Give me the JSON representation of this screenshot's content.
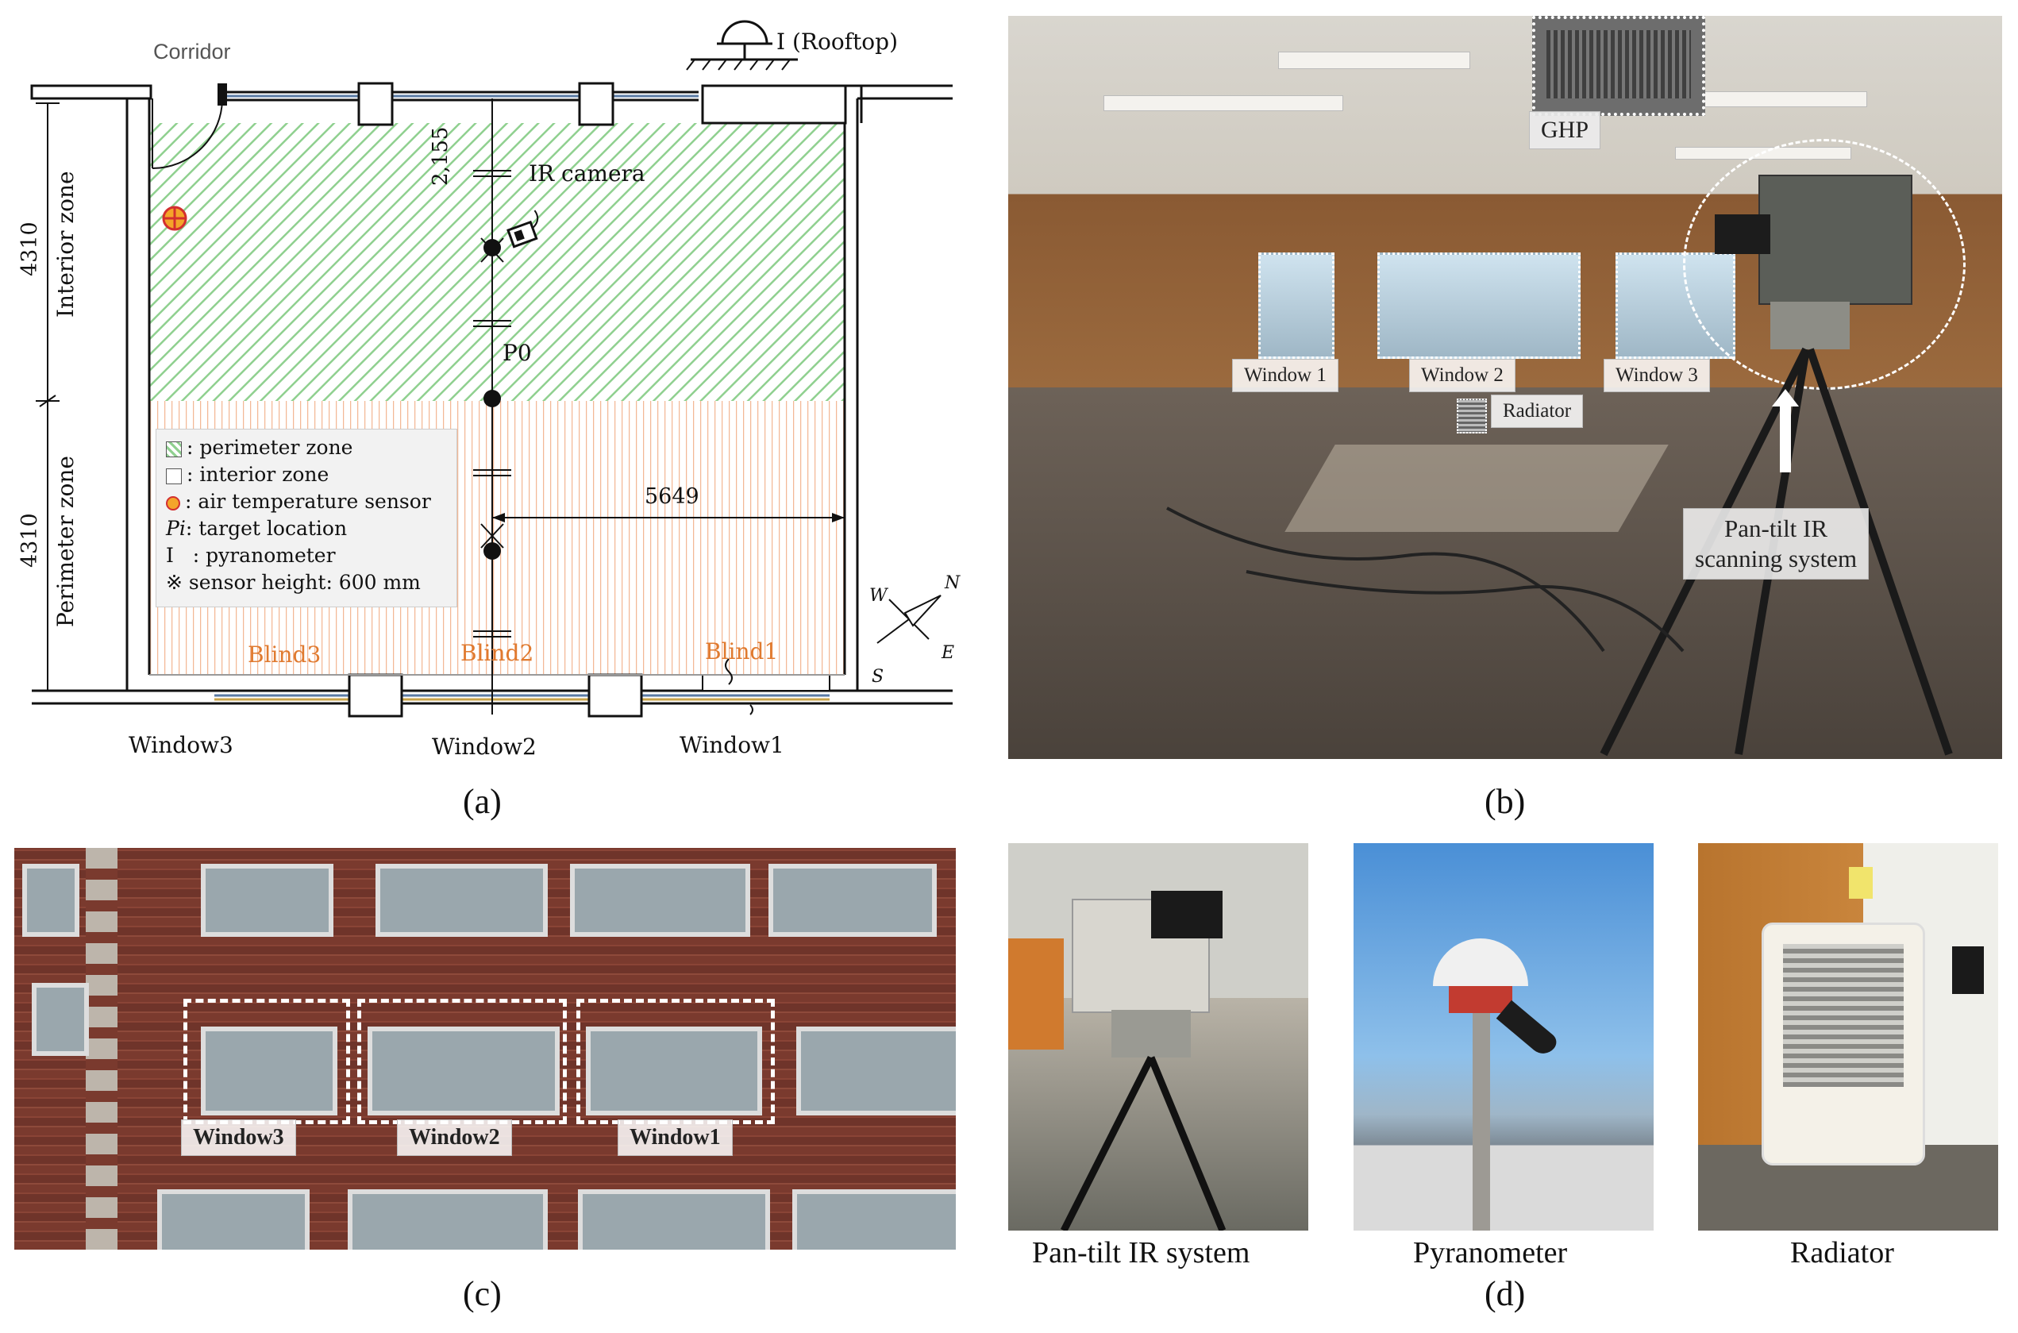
{
  "panel_a": {
    "label": "(a)",
    "corridor": "Corridor",
    "pyranometer_label": "I (Rooftop)",
    "ir_camera": "IR camera",
    "p0": "P0",
    "dim_2155": "2,155",
    "dim_5649": "5649",
    "dim_4310_top": "4310",
    "dim_4310_bottom": "4310",
    "interior_zone": "Interior zone",
    "perimeter_zone": "Perimeter zone",
    "blind1": "Blind1",
    "blind2": "Blind2",
    "blind3": "Blind3",
    "window1": "Window1",
    "window2": "Window2",
    "window3": "Window3",
    "compass": {
      "n": "N",
      "e": "E",
      "s": "S",
      "w": "W"
    },
    "legend": {
      "perimeter": ": perimeter zone",
      "interior": ": interior zone",
      "air_sensor": ": air temperature sensor",
      "target_prefix": "Pi",
      "target": ": target location",
      "pyr_prefix": "I",
      "pyranometer": ": pyranometer",
      "sensor_height": "※ sensor height: 600 mm"
    },
    "colors": {
      "interior_hatch": "#8fd08f",
      "perimeter_hatch": "#f3b896",
      "blind_text": "#e07a2f"
    }
  },
  "panel_b": {
    "label": "(b)",
    "ghp": "GHP",
    "window1": "Window 1",
    "window2": "Window 2",
    "window3": "Window 3",
    "radiator": "Radiator",
    "pantilt_line1": "Pan-tilt IR",
    "pantilt_line2": "scanning system"
  },
  "panel_c": {
    "label": "(c)",
    "window3": "Window3",
    "window2": "Window2",
    "window1": "Window1"
  },
  "panel_d": {
    "label": "(d)",
    "cap1": "Pan-tilt IR system",
    "cap2": "Pyranometer",
    "cap3": "Radiator"
  }
}
